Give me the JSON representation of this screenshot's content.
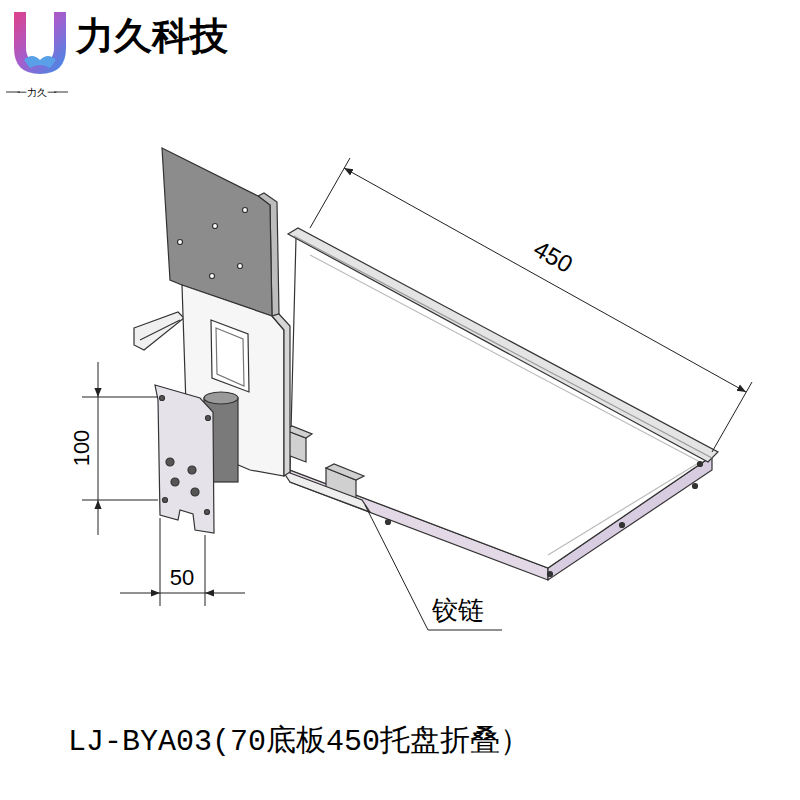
{
  "diagram": {
    "caption": "LJ-BYA03(70底板450托盘折叠）",
    "labels": [
      "力久科技",
      "一力久一",
      "450",
      "100",
      "50",
      "铰链"
    ]
  }
}
